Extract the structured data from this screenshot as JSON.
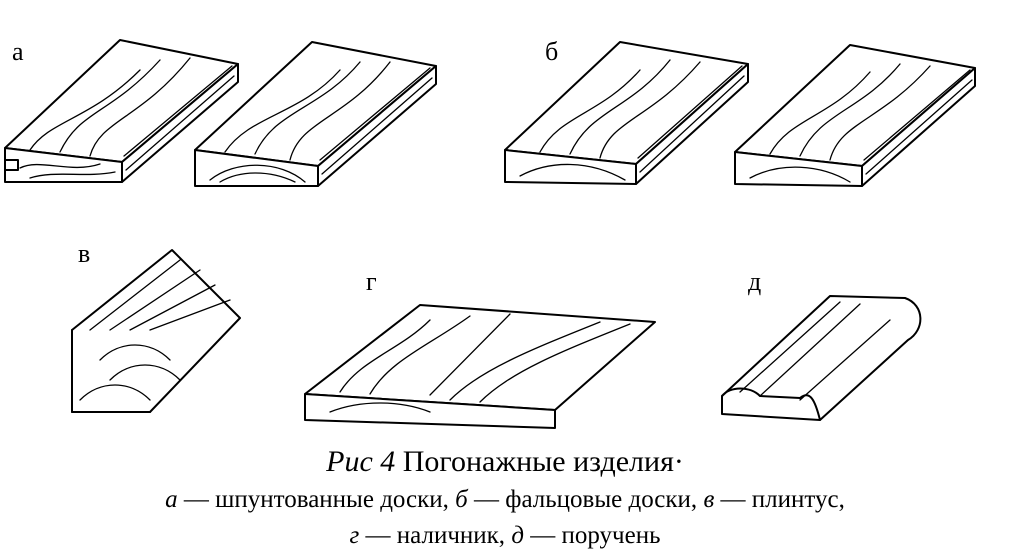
{
  "figure": {
    "panel_labels": {
      "a": "а",
      "b": "б",
      "v": "в",
      "g": "г",
      "d": "д"
    }
  },
  "caption": {
    "fig_prefix": "Рис",
    "fig_number": "4",
    "fig_title": "Погонажные изделия·",
    "items": [
      {
        "key": "а",
        "text": "шпунтованные доски,"
      },
      {
        "key": "б",
        "text": "фальцовые доски,"
      },
      {
        "key": "в",
        "text": "плинтус,"
      },
      {
        "key": "г",
        "text": "наличник,"
      },
      {
        "key": "д",
        "text": "поручень"
      }
    ],
    "dash": "—"
  }
}
